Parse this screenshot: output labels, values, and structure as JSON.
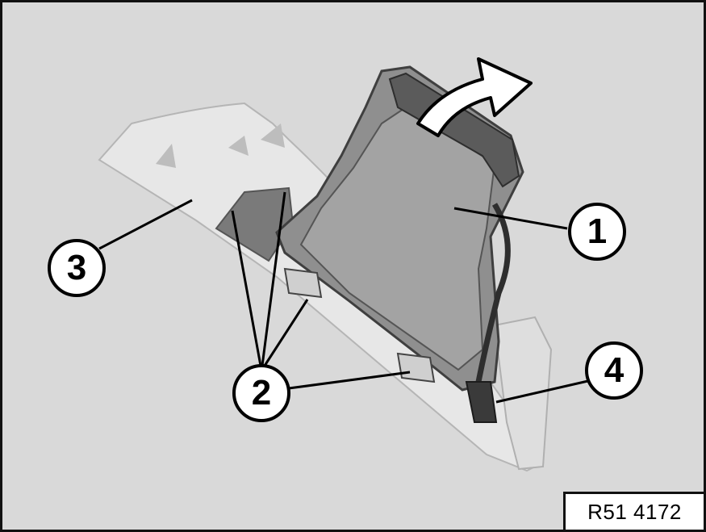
{
  "callouts": [
    {
      "id": "1",
      "label": "1"
    },
    {
      "id": "2",
      "label": "2"
    },
    {
      "id": "3",
      "label": "3"
    },
    {
      "id": "4",
      "label": "4"
    }
  ],
  "reference_code": "R51 4172",
  "colors": {
    "background": "#d9d9d9",
    "panel": "#e6e6e6",
    "duct": "#8f8f8f",
    "duct_dark": "#4a4a4a",
    "arrow": "#ffffff"
  }
}
